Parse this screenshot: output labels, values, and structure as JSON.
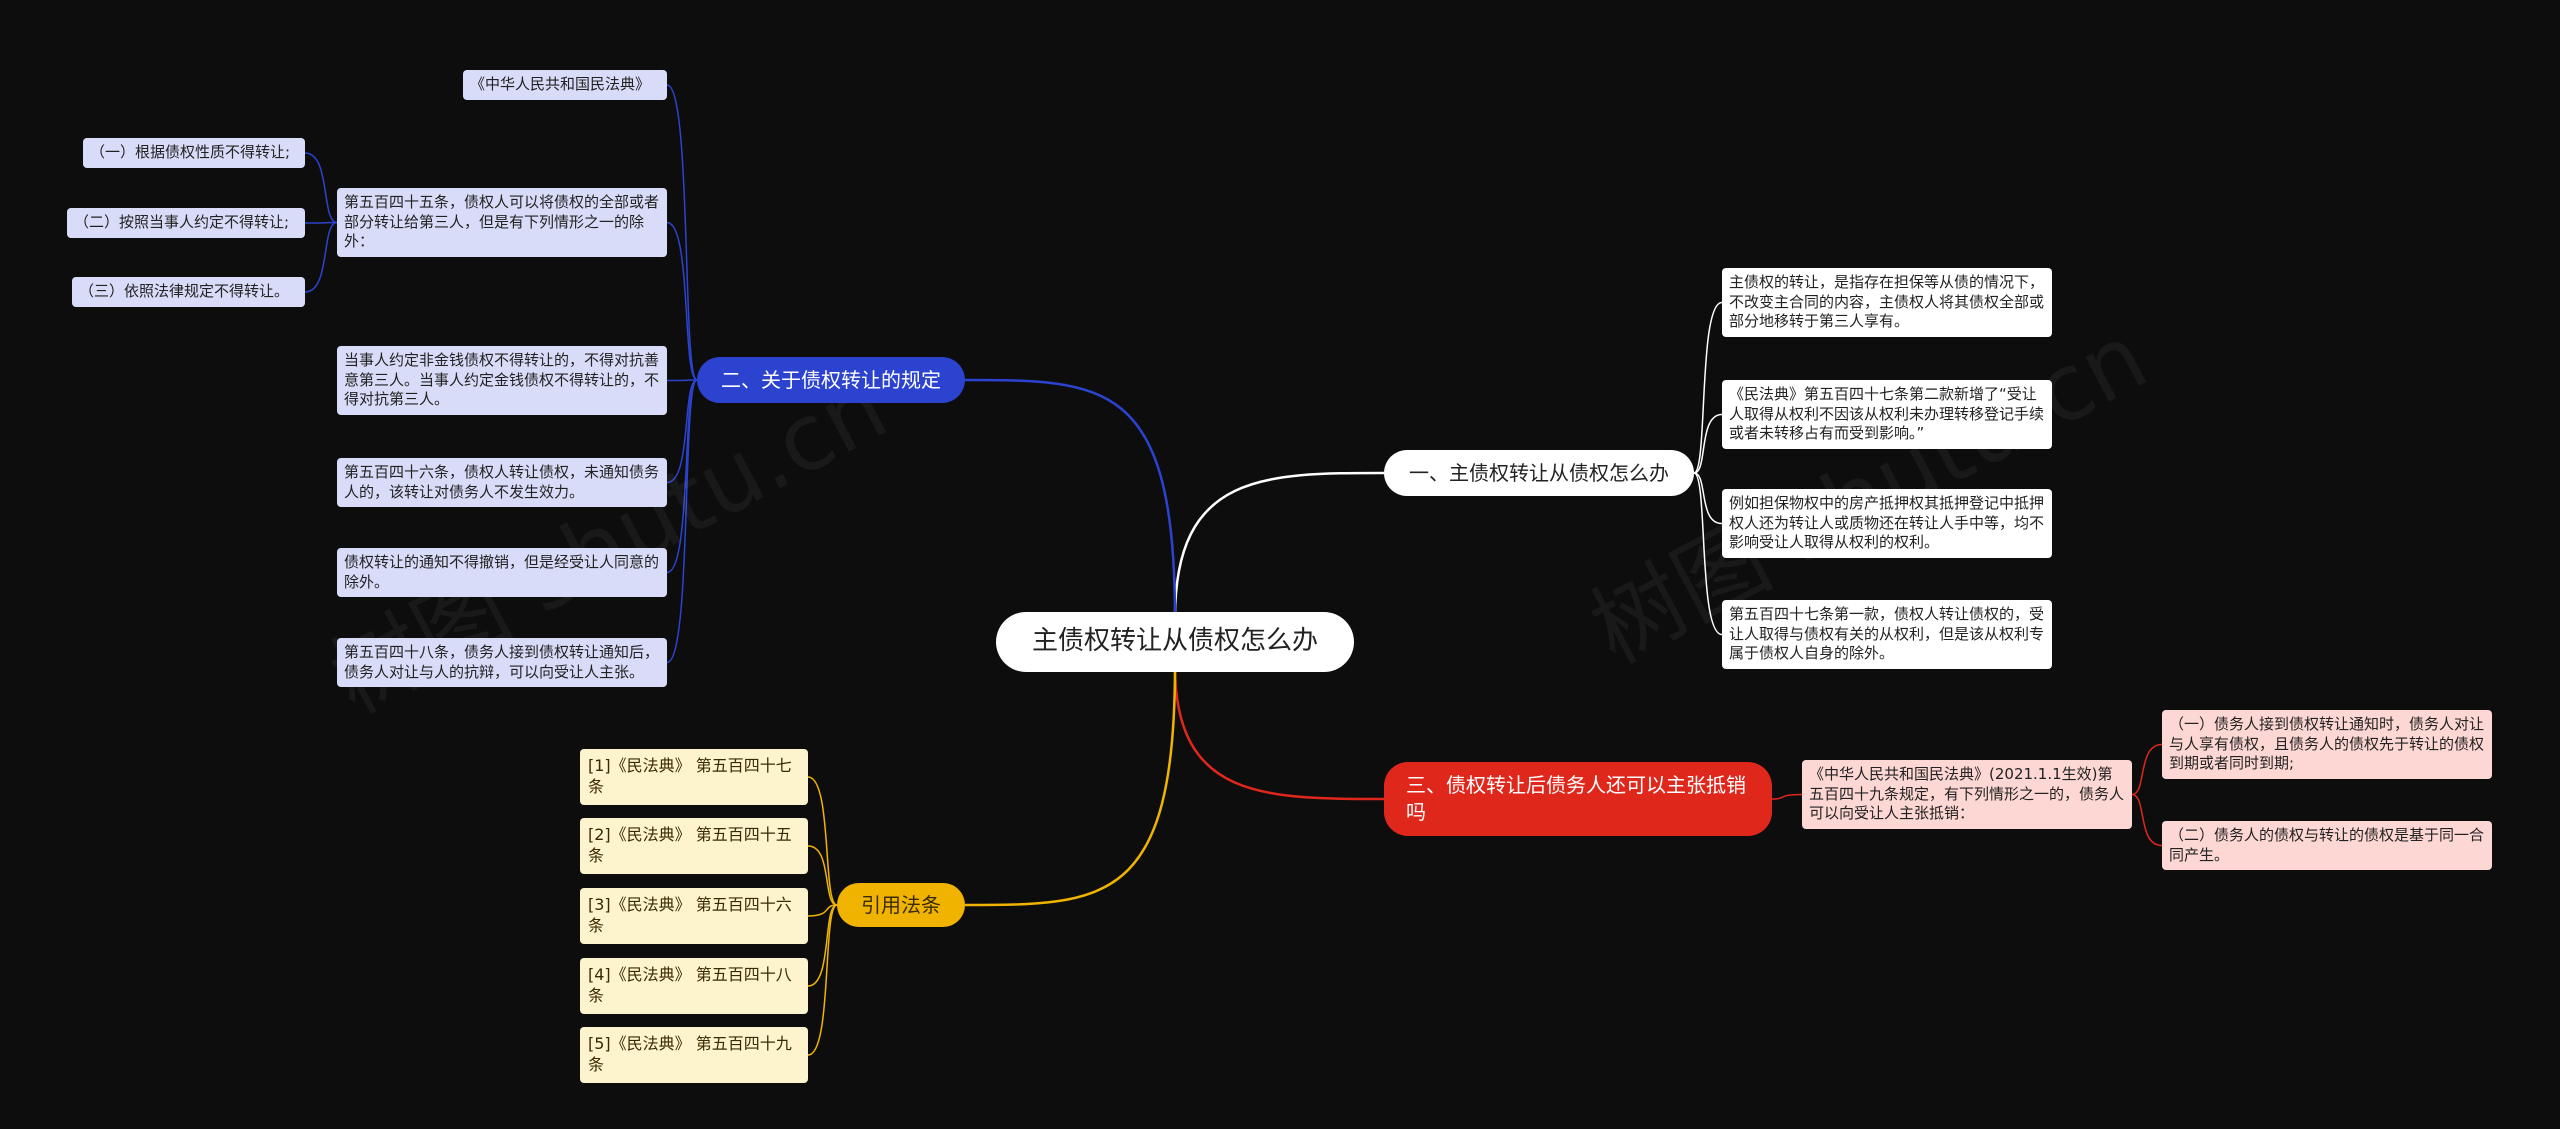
{
  "root": {
    "label": "主债权转让从债权怎么办"
  },
  "branches": {
    "b1": {
      "label": "一、主债权转让从债权怎么办",
      "leaves": [
        "主债权的转让，是指存在担保等从债的情况下，不改变主合同的内容，主债权人将其债权全部或部分地移转于第三人享有。",
        "《民法典》第五百四十七条第二款新增了“受让人取得从权利不因该从权利未办理转移登记手续或者未转移占有而受到影响。”",
        "例如担保物权中的房产抵押权其抵押登记中抵押权人还为转让人或质物还在转让人手中等，均不影响受让人取得从权利的权利。",
        "第五百四十七条第一款，债权人转让债权的，受让人取得与债权有关的从权利，但是该从权利专属于债权人自身的除外。"
      ]
    },
    "b2": {
      "label": "二、关于债权转让的规定",
      "leaves": [
        "《中华人民共和国民法典》",
        "第五百四十五条，债权人可以将债权的全部或者部分转让给第三人，但是有下列情形之一的除外：",
        "当事人约定非金钱债权不得转让的，不得对抗善意第三人。当事人约定金钱债权不得转让的，不得对抗第三人。",
        "第五百四十六条，债权人转让债权，未通知债务人的，该转让对债务人不发生效力。",
        "债权转让的通知不得撤销，但是经受让人同意的除外。",
        "第五百四十八条，债务人接到债权转让通知后，债务人对让与人的抗辩，可以向受让人主张。"
      ],
      "sub": [
        "（一）根据债权性质不得转让;",
        "（二）按照当事人约定不得转让;",
        "（三）依照法律规定不得转让。"
      ]
    },
    "b3": {
      "label": "三、债权转让后债务人还可以主张抵销吗",
      "leaf": "《中华人民共和国民法典》(2021.1.1生效)第五百四十九条规定，有下列情形之一的，债务人可以向受让人主张抵销：",
      "sub": [
        "（一）债务人接到债权转让通知时，债务人对让与人享有债权，且债务人的债权先于转让的债权到期或者同时到期;",
        "（二）债务人的债权与转让的债权是基于同一合同产生。"
      ]
    },
    "b4": {
      "label": "引用法条",
      "leaves": [
        "[1]《民法典》 第五百四十七条",
        "[2]《民法典》 第五百四十五条",
        "[3]《民法典》 第五百四十六条",
        "[4]《民法典》 第五百四十八条",
        "[5]《民法典》 第五百四十九条"
      ]
    }
  },
  "watermark": "树图 shutu.cn",
  "colors": {
    "background": "#0d0d0e",
    "blue": "#2c43cf",
    "red": "#e0271c",
    "yellow": "#f0b400",
    "white": "#ffffff"
  }
}
